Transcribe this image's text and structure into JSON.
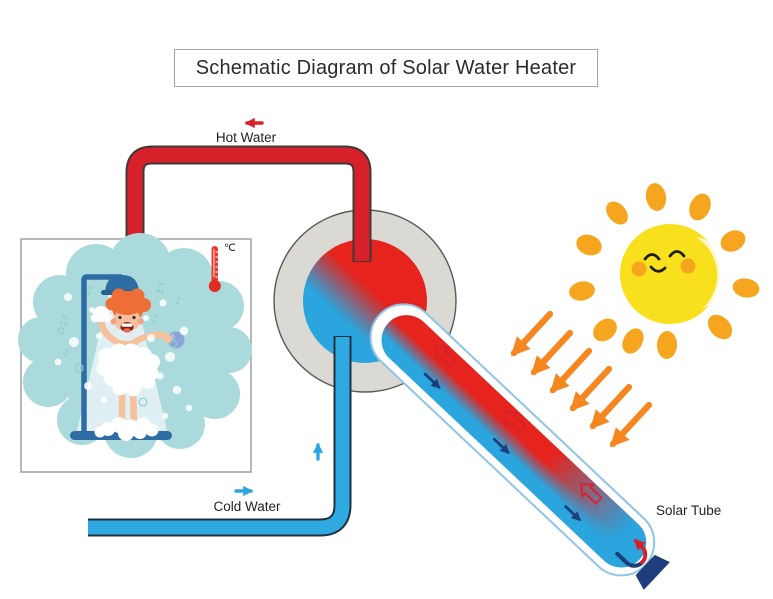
{
  "title": "Schematic Diagram of Solar Water Heater",
  "labels": {
    "hot_water": "Hot Water",
    "cold_water": "Cold Water",
    "solar_tube": "Solar Tube",
    "temperature_unit": "℃"
  },
  "icons": {
    "music_note": "♪",
    "music_note_beamed": "♫",
    "hot_flow_arrow": "←",
    "cold_flow_arrow": "→",
    "rise_arrow": "↑"
  },
  "colors": {
    "hot_red": "#d6212a",
    "cold_blue": "#2da7e0",
    "tank_red": "#e6231c",
    "tank_blue": "#2aa5de",
    "tank_ring_gray": "#dbd9d3",
    "glass_outline_blue": "#8fc3e8",
    "navy": "#1e3d7b",
    "sun_yellow": "#f9e01c",
    "sun_ray_orange": "#f6a51f",
    "sunlight_arrow_orange": "#f6861f",
    "cloud_teal": "#abdadd",
    "shower_blue": "#2e6da4"
  }
}
